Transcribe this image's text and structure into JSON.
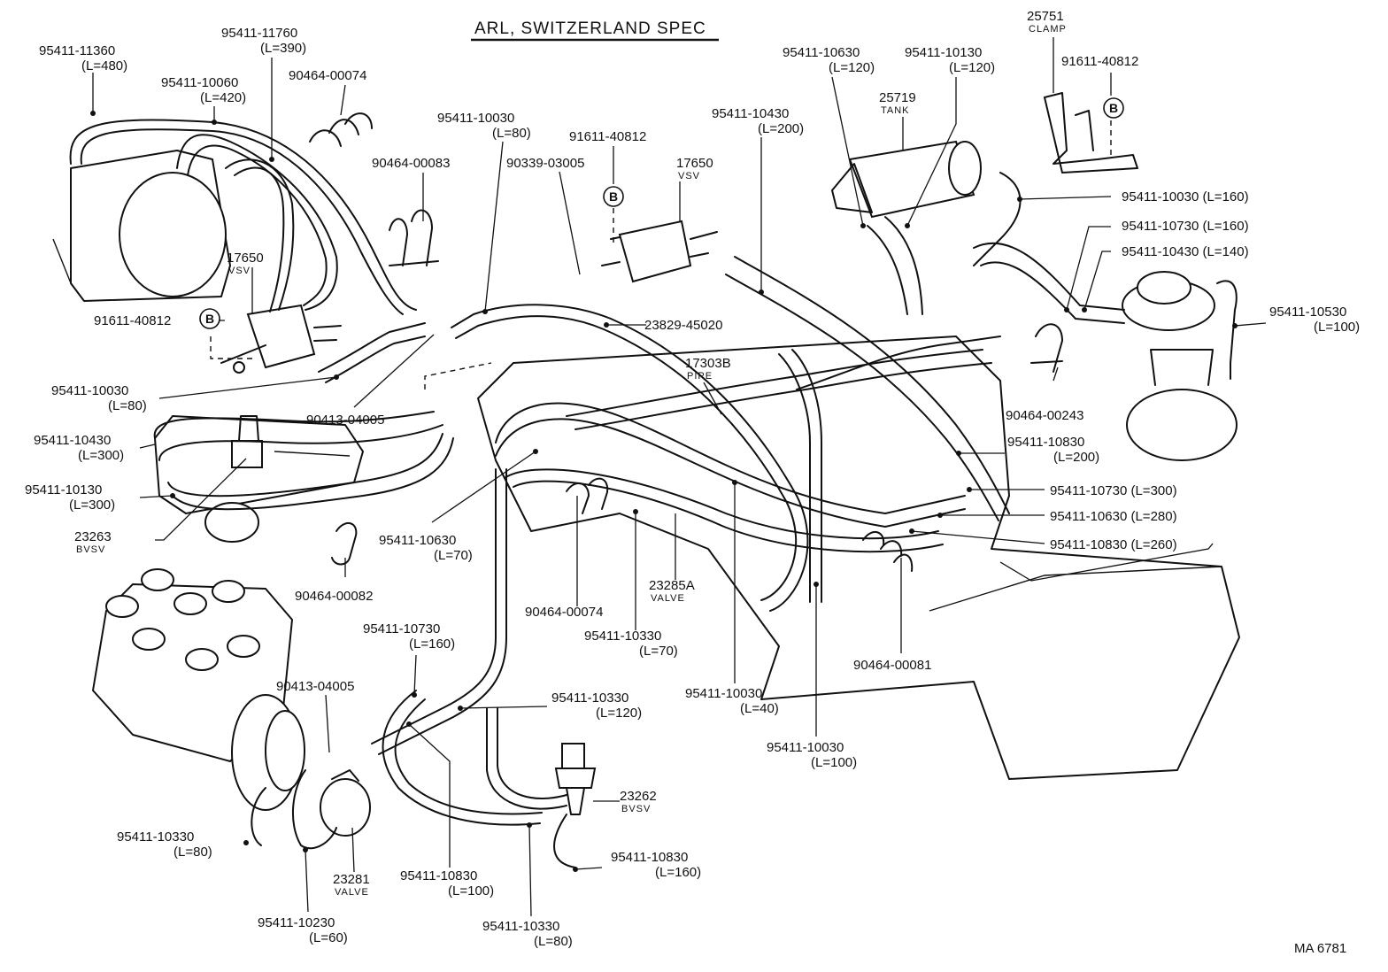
{
  "title": "ARL, SWITZERLAND SPEC",
  "drawing_number": "MA 6781",
  "badge_letter": "B",
  "labels": [
    {
      "id": "l1",
      "part": "95411-11360",
      "note": "(L=480)"
    },
    {
      "id": "l2",
      "part": "95411-11760",
      "note": "(L=390)"
    },
    {
      "id": "l3",
      "part": "95411-10060",
      "note": "(L=420)"
    },
    {
      "id": "l4",
      "part": "90464-00074",
      "note": ""
    },
    {
      "id": "l5",
      "part": "95411-10030",
      "note": "(L=80)"
    },
    {
      "id": "l6",
      "part": "90464-00083",
      "note": ""
    },
    {
      "id": "l7",
      "part": "91611-40812",
      "note": ""
    },
    {
      "id": "l8",
      "part": "90339-03005",
      "note": ""
    },
    {
      "id": "l9",
      "part": "17650",
      "note": "VSV"
    },
    {
      "id": "l10",
      "part": "95411-10430",
      "note": "(L=200)"
    },
    {
      "id": "l11",
      "part": "95411-10630",
      "note": "(L=120)"
    },
    {
      "id": "l12",
      "part": "95411-10130",
      "note": "(L=120)"
    },
    {
      "id": "l13",
      "part": "25719",
      "note": "TANK"
    },
    {
      "id": "l14",
      "part": "25751",
      "note": "CLAMP"
    },
    {
      "id": "l15",
      "part": "91611-40812",
      "note": ""
    },
    {
      "id": "l16",
      "part": "95411-10030 (L=160)",
      "note": ""
    },
    {
      "id": "l17",
      "part": "95411-10730 (L=160)",
      "note": ""
    },
    {
      "id": "l18",
      "part": "95411-10430 (L=140)",
      "note": ""
    },
    {
      "id": "l19",
      "part": "95411-10530",
      "note": "(L=100)"
    },
    {
      "id": "l20",
      "part": "17650",
      "note": "VSV"
    },
    {
      "id": "l21",
      "part": "91611-40812",
      "note": ""
    },
    {
      "id": "l22",
      "part": "23829-45020",
      "note": ""
    },
    {
      "id": "l23",
      "part": "17303B",
      "note": "PIPE"
    },
    {
      "id": "l24",
      "part": "90464-00243",
      "note": ""
    },
    {
      "id": "l25",
      "part": "95411-10030",
      "note": "(L=80)"
    },
    {
      "id": "l26",
      "part": "90413-04005",
      "note": ""
    },
    {
      "id": "l27",
      "part": "95411-10430",
      "note": "(L=300)"
    },
    {
      "id": "l28",
      "part": "95411-10130",
      "note": "(L=300)"
    },
    {
      "id": "l29",
      "part": "23263",
      "note": "BVSV"
    },
    {
      "id": "l30",
      "part": "95411-10630",
      "note": "(L=70)"
    },
    {
      "id": "l31",
      "part": "95411-10830",
      "note": "(L=200)"
    },
    {
      "id": "l32",
      "part": "95411-10730 (L=300)",
      "note": ""
    },
    {
      "id": "l33",
      "part": "95411-10630 (L=280)",
      "note": ""
    },
    {
      "id": "l34",
      "part": "95411-10830 (L=260)",
      "note": ""
    },
    {
      "id": "l35",
      "part": "90464-00082",
      "note": ""
    },
    {
      "id": "l36",
      "part": "23285A",
      "note": "VALVE"
    },
    {
      "id": "l37",
      "part": "90464-00074",
      "note": ""
    },
    {
      "id": "l38",
      "part": "95411-10330",
      "note": "(L=70)"
    },
    {
      "id": "l39",
      "part": "90464-00081",
      "note": ""
    },
    {
      "id": "l40",
      "part": "95411-10730",
      "note": "(L=160)"
    },
    {
      "id": "l41",
      "part": "90413-04005",
      "note": ""
    },
    {
      "id": "l42",
      "part": "95411-10330",
      "note": "(L=120)"
    },
    {
      "id": "l43",
      "part": "95411-10030",
      "note": "(L=40)"
    },
    {
      "id": "l44",
      "part": "95411-10030",
      "note": "(L=100)"
    },
    {
      "id": "l45",
      "part": "23262",
      "note": "BVSV"
    },
    {
      "id": "l46",
      "part": "95411-10330",
      "note": "(L=80)"
    },
    {
      "id": "l47",
      "part": "23281",
      "note": "VALVE"
    },
    {
      "id": "l48",
      "part": "95411-10830",
      "note": "(L=100)"
    },
    {
      "id": "l49",
      "part": "95411-10830",
      "note": "(L=160)"
    },
    {
      "id": "l50",
      "part": "95411-10230",
      "note": "(L=60)"
    },
    {
      "id": "l51",
      "part": "95411-10330",
      "note": "(L=80)"
    }
  ]
}
